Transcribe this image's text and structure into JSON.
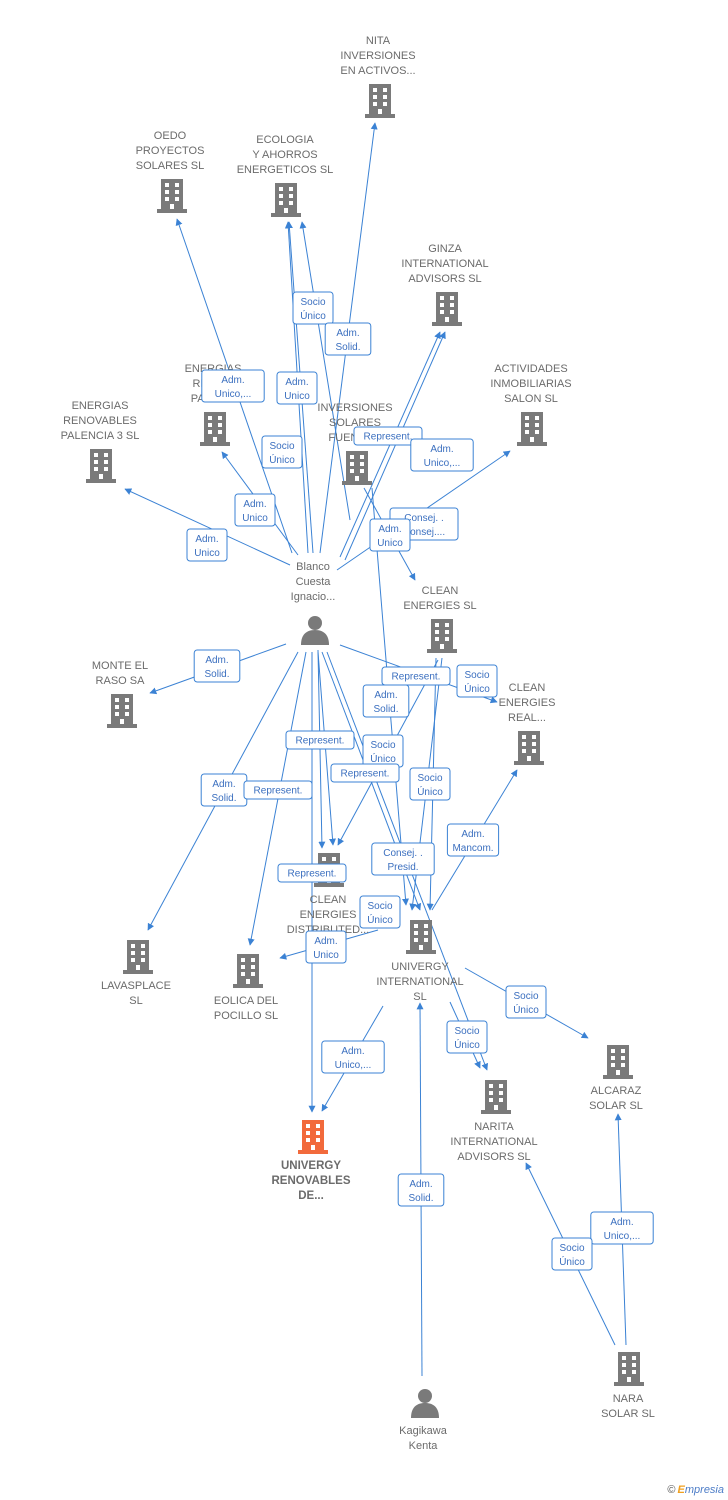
{
  "nodes": [
    {
      "id": "nita",
      "type": "company",
      "lines": [
        "NITA",
        "INVERSIONES",
        "EN ACTIVOS..."
      ]
    },
    {
      "id": "oedo",
      "type": "company",
      "lines": [
        "OEDO",
        "PROYECTOS",
        "SOLARES  SL"
      ]
    },
    {
      "id": "ecologia",
      "type": "company",
      "lines": [
        "ECOLOGIA",
        "Y AHORROS",
        "ENERGETICOS SL"
      ]
    },
    {
      "id": "ginza",
      "type": "company",
      "lines": [
        "GINZA",
        "INTERNATIONAL",
        "ADVISORS  SL"
      ]
    },
    {
      "id": "actividades",
      "type": "company",
      "lines": [
        "ACTIVIDADES",
        "INMOBILIARIAS",
        "SALON SL"
      ]
    },
    {
      "id": "energias_pal",
      "type": "company",
      "lines": [
        "ENERGIAS",
        "RENO...",
        "PALEN..."
      ]
    },
    {
      "id": "energias_pal3",
      "type": "company",
      "lines": [
        "ENERGIAS",
        "RENOVABLES",
        "PALENCIA 3 SL"
      ]
    },
    {
      "id": "inversiones",
      "type": "company",
      "lines": [
        "INVERSIONES",
        "SOLARES",
        "FUENTE..."
      ]
    },
    {
      "id": "blanco",
      "type": "person",
      "lines": [
        "Blanco",
        "Cuesta",
        "Ignacio..."
      ]
    },
    {
      "id": "clean",
      "type": "company",
      "lines": [
        "CLEAN",
        "ENERGIES SL"
      ]
    },
    {
      "id": "monte",
      "type": "company",
      "lines": [
        "MONTE EL",
        "RASO SA"
      ]
    },
    {
      "id": "clean_real",
      "type": "company",
      "lines": [
        "CLEAN",
        "ENERGIES",
        "REAL..."
      ]
    },
    {
      "id": "clean_dist",
      "type": "company",
      "lines": [
        "CLEAN",
        "ENERGIES",
        "DISTRIBUTED..."
      ]
    },
    {
      "id": "univergy_int",
      "type": "company",
      "lines": [
        "UNIVERGY",
        "INTERNATIONAL",
        "SL"
      ]
    },
    {
      "id": "lavasplace",
      "type": "company",
      "lines": [
        "LAVASPLACE",
        "SL"
      ]
    },
    {
      "id": "eolica",
      "type": "company",
      "lines": [
        "EOLICA DEL",
        "POCILLO SL"
      ]
    },
    {
      "id": "alcaraz",
      "type": "company",
      "lines": [
        "ALCARAZ",
        "SOLAR SL"
      ]
    },
    {
      "id": "narita",
      "type": "company",
      "lines": [
        "NARITA",
        "INTERNATIONAL",
        "ADVISORS  SL"
      ]
    },
    {
      "id": "univergy_ren",
      "type": "company",
      "highlight": true,
      "lines": [
        "UNIVERGY",
        "RENOVABLES",
        "DE..."
      ]
    },
    {
      "id": "nara",
      "type": "company",
      "lines": [
        "NARA",
        "SOLAR  SL"
      ]
    },
    {
      "id": "kagikawa",
      "type": "person",
      "lines": [
        "Kagikawa",
        "Kenta"
      ]
    }
  ],
  "edges": [
    {
      "id": "e1",
      "label": [
        "Socio",
        "Único"
      ]
    },
    {
      "id": "e2",
      "label": [
        "Adm.",
        "Solid."
      ]
    },
    {
      "id": "e3",
      "label": [
        "Adm.",
        "Unico,..."
      ]
    },
    {
      "id": "e4",
      "label": [
        "Adm.",
        "Unico"
      ]
    },
    {
      "id": "e5",
      "label": [
        "Socio",
        "Único"
      ]
    },
    {
      "id": "e6",
      "label": [
        "Represent."
      ]
    },
    {
      "id": "e7",
      "label": [
        "Adm.",
        "Unico,..."
      ]
    },
    {
      "id": "e8",
      "label": [
        "Adm.",
        "Unico"
      ]
    },
    {
      "id": "e9",
      "label": [
        "Consej. .",
        "Consej...."
      ]
    },
    {
      "id": "e10",
      "label": [
        "Adm.",
        "Unico"
      ]
    },
    {
      "id": "e11",
      "label": [
        "Adm.",
        "Unico"
      ]
    },
    {
      "id": "e12",
      "label": [
        "Adm.",
        "Solid."
      ]
    },
    {
      "id": "e13",
      "label": [
        "Represent."
      ]
    },
    {
      "id": "e14",
      "label": [
        "Socio",
        "Único"
      ]
    },
    {
      "id": "e15",
      "label": [
        "Adm.",
        "Solid."
      ]
    },
    {
      "id": "e16",
      "label": [
        "Represent."
      ]
    },
    {
      "id": "e17",
      "label": [
        "Socio",
        "Único"
      ]
    },
    {
      "id": "e18",
      "label": [
        "Represent."
      ]
    },
    {
      "id": "e19",
      "label": [
        "Adm.",
        "Solid."
      ]
    },
    {
      "id": "e20",
      "label": [
        "Represent."
      ]
    },
    {
      "id": "e21",
      "label": [
        "Socio",
        "Único"
      ]
    },
    {
      "id": "e22",
      "label": [
        "Adm.",
        "Mancom."
      ]
    },
    {
      "id": "e23",
      "label": [
        "Consej. .",
        "Presid."
      ]
    },
    {
      "id": "e24",
      "label": [
        "Represent."
      ]
    },
    {
      "id": "e25",
      "label": [
        "Socio",
        "Único"
      ]
    },
    {
      "id": "e26",
      "label": [
        "Adm.",
        "Unico"
      ]
    },
    {
      "id": "e27",
      "label": [
        "Socio",
        "Único"
      ]
    },
    {
      "id": "e28",
      "label": [
        "Adm.",
        "Unico,..."
      ]
    },
    {
      "id": "e29",
      "label": [
        "Socio",
        "Único"
      ]
    },
    {
      "id": "e30",
      "label": [
        "Adm.",
        "Solid."
      ]
    },
    {
      "id": "e31",
      "label": [
        "Adm.",
        "Unico,..."
      ]
    },
    {
      "id": "e32",
      "label": [
        "Socio",
        "Único"
      ]
    }
  ],
  "colors": {
    "edge": "#3b82d4",
    "node": "#7a7a7a",
    "highlight": "#f26a3c"
  },
  "footer": {
    "copyright": "©",
    "brand_e": "E",
    "brand_rest": "mpresia"
  }
}
